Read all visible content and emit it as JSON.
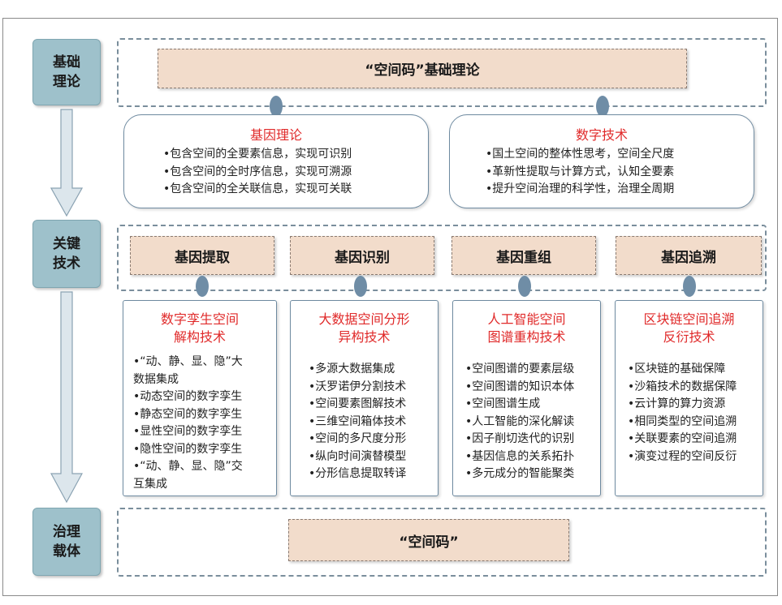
{
  "levels": {
    "basic": "基础理论",
    "key": "关键技术",
    "governance": "治理载体"
  },
  "top_box": "“空间码”基础理论",
  "theory_cards": [
    {
      "title": "基因理论",
      "items": [
        "•包含空间的全要素信息，实现可识别",
        "•包含空间的全时序信息，实现可溯源",
        "•包含空间的全关联信息，实现可关联"
      ]
    },
    {
      "title": "数字技术",
      "items": [
        "•国土空间的整体性思考，空间全尺度",
        "•革新性提取与计算方式，认知全要素",
        "•提升空间治理的科学性，治理全周期"
      ]
    }
  ],
  "tech_boxes": [
    "基因提取",
    "基因识别",
    "基因重组",
    "基因追溯"
  ],
  "tech_cards": [
    {
      "title1": "数字孪生空间",
      "title2": "解构技术",
      "items": [
        "•“动、静、显、隐”大",
        " 数据集成",
        "•动态空间的数字孪生",
        "•静态空间的数字孪生",
        "•显性空间的数字孪生",
        "•隐性空间的数字孪生",
        "•“动、静、显、隐”交",
        " 互集成"
      ]
    },
    {
      "title1": "大数据空间分形",
      "title2": "异构技术",
      "items": [
        "•多源大数据集成",
        "•沃罗诺伊分割技术",
        "•空间要素图解技术",
        "•三维空间箱体技术",
        "•空间的多尺度分形",
        "•纵向时间演替模型",
        "•分形信息提取转译"
      ]
    },
    {
      "title1": "人工智能空间",
      "title2": "图谱重构技术",
      "items": [
        "•空间图谱的要素层级",
        "•空间图谱的知识本体",
        "•空间图谱生成",
        "•人工智能的深化解读",
        "•因子削切迭代的识别",
        "•基因信息的关系拓扑",
        "•多元成分的智能聚类"
      ]
    },
    {
      "title1": "区块链空间追溯",
      "title2": "反衍技术",
      "items": [
        "•区块链的基础保障",
        "•沙箱技术的数据保障",
        "•云计算的算力资源",
        "•相同类型的空间追溯",
        "•关联要素的空间追溯",
        "•演变过程的空间反衍"
      ]
    }
  ],
  "bottom_box": "“空间码”",
  "colors": {
    "title_red": "#e02a2a",
    "level_fill": "#9ec1cb",
    "tan_fill": "#f2dccb",
    "connector": "#6f8da6"
  }
}
